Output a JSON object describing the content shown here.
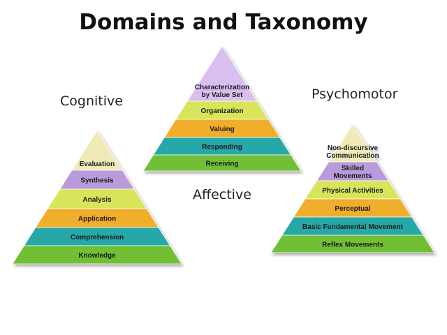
{
  "title": "Domains and Taxonomy",
  "colors": {
    "pale_yellow": "#f0eab8",
    "purple": "#b99bdc",
    "lavender": "#d9bff0",
    "lime": "#d8e55a",
    "orange": "#f0ae2a",
    "teal": "#26a8a8",
    "green": "#6fbf35"
  },
  "pyramids": {
    "cognitive": {
      "label": "Cognitive",
      "levels": [
        {
          "text": "Evaluation",
          "color": "#f0eab8"
        },
        {
          "text": "Synthesis",
          "color": "#b99bdc"
        },
        {
          "text": "Analysis",
          "color": "#d8e55a"
        },
        {
          "text": "Application",
          "color": "#f0ae2a"
        },
        {
          "text": "Comprehension",
          "color": "#26a8a8"
        },
        {
          "text": "Knowledge",
          "color": "#6fbf35"
        }
      ]
    },
    "affective": {
      "label": "Affective",
      "levels": [
        {
          "text": "Characterization\nby Value Set",
          "color": "#d9bff0"
        },
        {
          "text": "Organization",
          "color": "#d8e55a"
        },
        {
          "text": "Valuing",
          "color": "#f0ae2a"
        },
        {
          "text": "Responding",
          "color": "#26a8a8"
        },
        {
          "text": "Receiving",
          "color": "#6fbf35"
        }
      ]
    },
    "psychomotor": {
      "label": "Psychomotor",
      "levels": [
        {
          "text": "Non-discursive\nCommunication",
          "color": "#f0eab8"
        },
        {
          "text": "Skilled\nMovements",
          "color": "#b99bdc"
        },
        {
          "text": "Physical Activities",
          "color": "#d8e55a"
        },
        {
          "text": "Perceptual",
          "color": "#f0ae2a"
        },
        {
          "text": "Basic Fundamental Movement",
          "color": "#26a8a8"
        },
        {
          "text": "Reflex Movements",
          "color": "#6fbf35"
        }
      ]
    }
  }
}
